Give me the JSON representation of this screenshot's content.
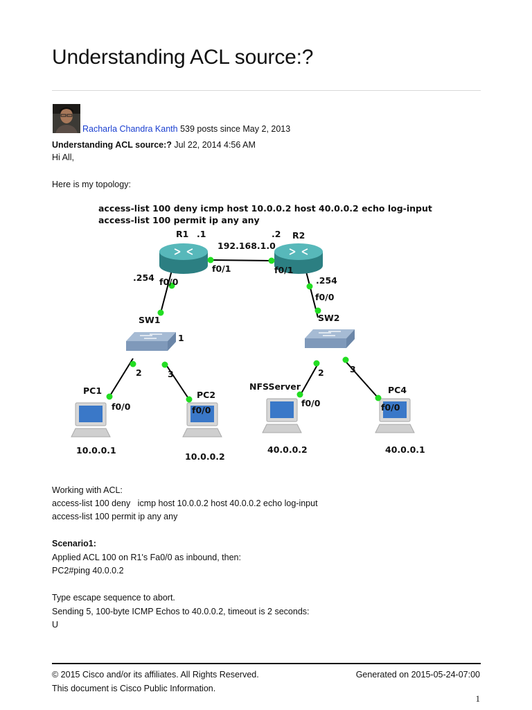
{
  "document": {
    "title": "Understanding ACL source:?",
    "author": {
      "name": "Racharla Chandra Kanth",
      "meta": " 539 posts since May 2, 2013"
    },
    "post": {
      "title": "Understanding ACL source:?",
      "date": " Jul 22, 2014 4:56 AM",
      "greeting": "Hi All,",
      "intro": "Here is my topology:",
      "working_with": "Working with ACL:",
      "acl_line_1": "access-list 100 deny   icmp host 10.0.0.2 host 40.0.0.2 echo log-input",
      "acl_line_2": "access-list 100 permit ip any any",
      "scenario_title": "Scenario1:",
      "scenario_desc": "Applied ACL 100 on R1's Fa0/0 as inbound, then:",
      "ping_cmd": "PC2#ping 40.0.0.2",
      "escape": "Type escape sequence to abort.",
      "sending": "Sending 5, 100-byte ICMP Echos to 40.0.0.2, timeout is 2 seconds:",
      "result": "U"
    }
  },
  "diagram": {
    "cmd_line_1": "access-list 100 deny    icmp host 10.0.0.2 host 40.0.0.2 echo log-input",
    "cmd_line_2": "access-list 100 permit ip any any",
    "r1": "R1",
    "r1_ip": ".1",
    "r2": "R2",
    "r2_ip": ".2",
    "network": "192.168.1.0",
    "r1_f01": "f0/1",
    "r2_f01": "f0/1",
    "r1_lan_ip": ".254",
    "r1_f00": "f0/0",
    "r2_lan_ip": ".254",
    "r2_f00": "f0/0",
    "sw1": "SW1",
    "sw1_p1": "1",
    "sw1_p2": "2",
    "sw1_p3": "3",
    "sw2": "SW2",
    "sw2_p2": "2",
    "sw2_p3": "3",
    "pc1": "PC1",
    "pc1_if": "f0/0",
    "pc1_ip": "10.0.0.1",
    "pc2": "PC2",
    "pc2_if": "f0/0",
    "pc2_ip": "10.0.0.2",
    "nfs": "NFSServer",
    "nfs_if": "f0/0",
    "nfs_ip": "40.0.0.2",
    "pc4": "PC4",
    "pc4_if": "f0/0",
    "pc4_ip": "40.0.0.1",
    "link_color": "#000000",
    "port_color": "#22dd22",
    "router_color": "#3a9ea0",
    "switch_color": "#8fa7c4"
  },
  "footer": {
    "copyright": "© 2015 Cisco and/or its affiliates. All Rights Reserved.",
    "public": "This document is Cisco Public Information.",
    "generated": "Generated on 2015-05-24-07:00",
    "page": "1"
  }
}
